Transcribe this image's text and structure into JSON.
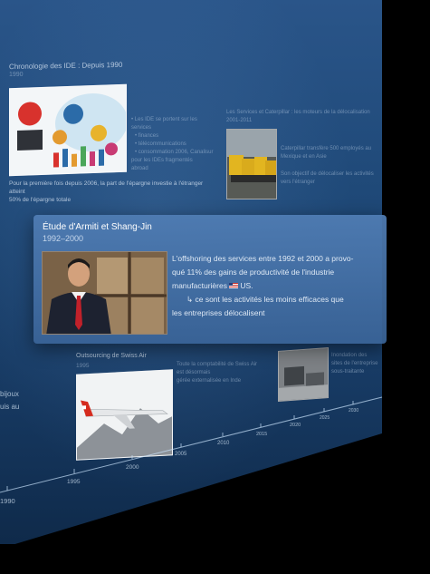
{
  "timeline": {
    "entries": {
      "ide": {
        "title": "Chronologie des IDE : Depuis 1990",
        "sub": "1990",
        "bullets": [
          "Les IDE se portent sur les services",
          "finances",
          "télécommunications",
          "consommation 2006, Canalisur"
        ],
        "tail": "pour les IDEs fragmentés",
        "tail2": "abroad",
        "caption": "Pour la première fois depuis 2006, la part de l'épargne investie à l'étranger atteint",
        "caption2": "50% de l'épargne totale"
      },
      "caterpillar": {
        "title": "Les Services et Caterpillar : les moteurs de la délocalisation",
        "sub": "2001-2011",
        "text": "Caterpillar transfère 500 employés au Mexique et en Asie",
        "text2": "Son objectif de délocaliser les activités vers l'étranger"
      },
      "swissair": {
        "title": "Outsourcing de Swiss Air",
        "sub": "1995",
        "text": "Toute la comptabilité de Swiss Air est désormais",
        "text2": "gérée externalisée en Inde"
      },
      "right": {
        "text": "Inondation des sites de l'entreprise sous-traitante"
      }
    },
    "edge_labels": [
      "bijoux",
      "uis au"
    ],
    "ticks": [
      "1990",
      "1995",
      "2000",
      "2005",
      "2010",
      "2015",
      "2020",
      "2025",
      "2030"
    ]
  },
  "featured": {
    "title": "Étude d'Armiti et Shang-Jin",
    "years": "1992–2000",
    "line1": "L'offshoring des services entre 1992 et 2000 a provo-",
    "line2": "qué 11% des gains de productivité de l'industrie",
    "line3_pre": "manufacturières",
    "line3_post": "US.",
    "line4": "↳ ce sont les activités les moins efficaces que",
    "line5": "les entreprises délocalisent"
  },
  "colors": {
    "wall_top": "#2a5589",
    "wall_bottom": "#0f2a4a",
    "card": "#4f7bb4",
    "swiss_red": "#d52b1e"
  }
}
